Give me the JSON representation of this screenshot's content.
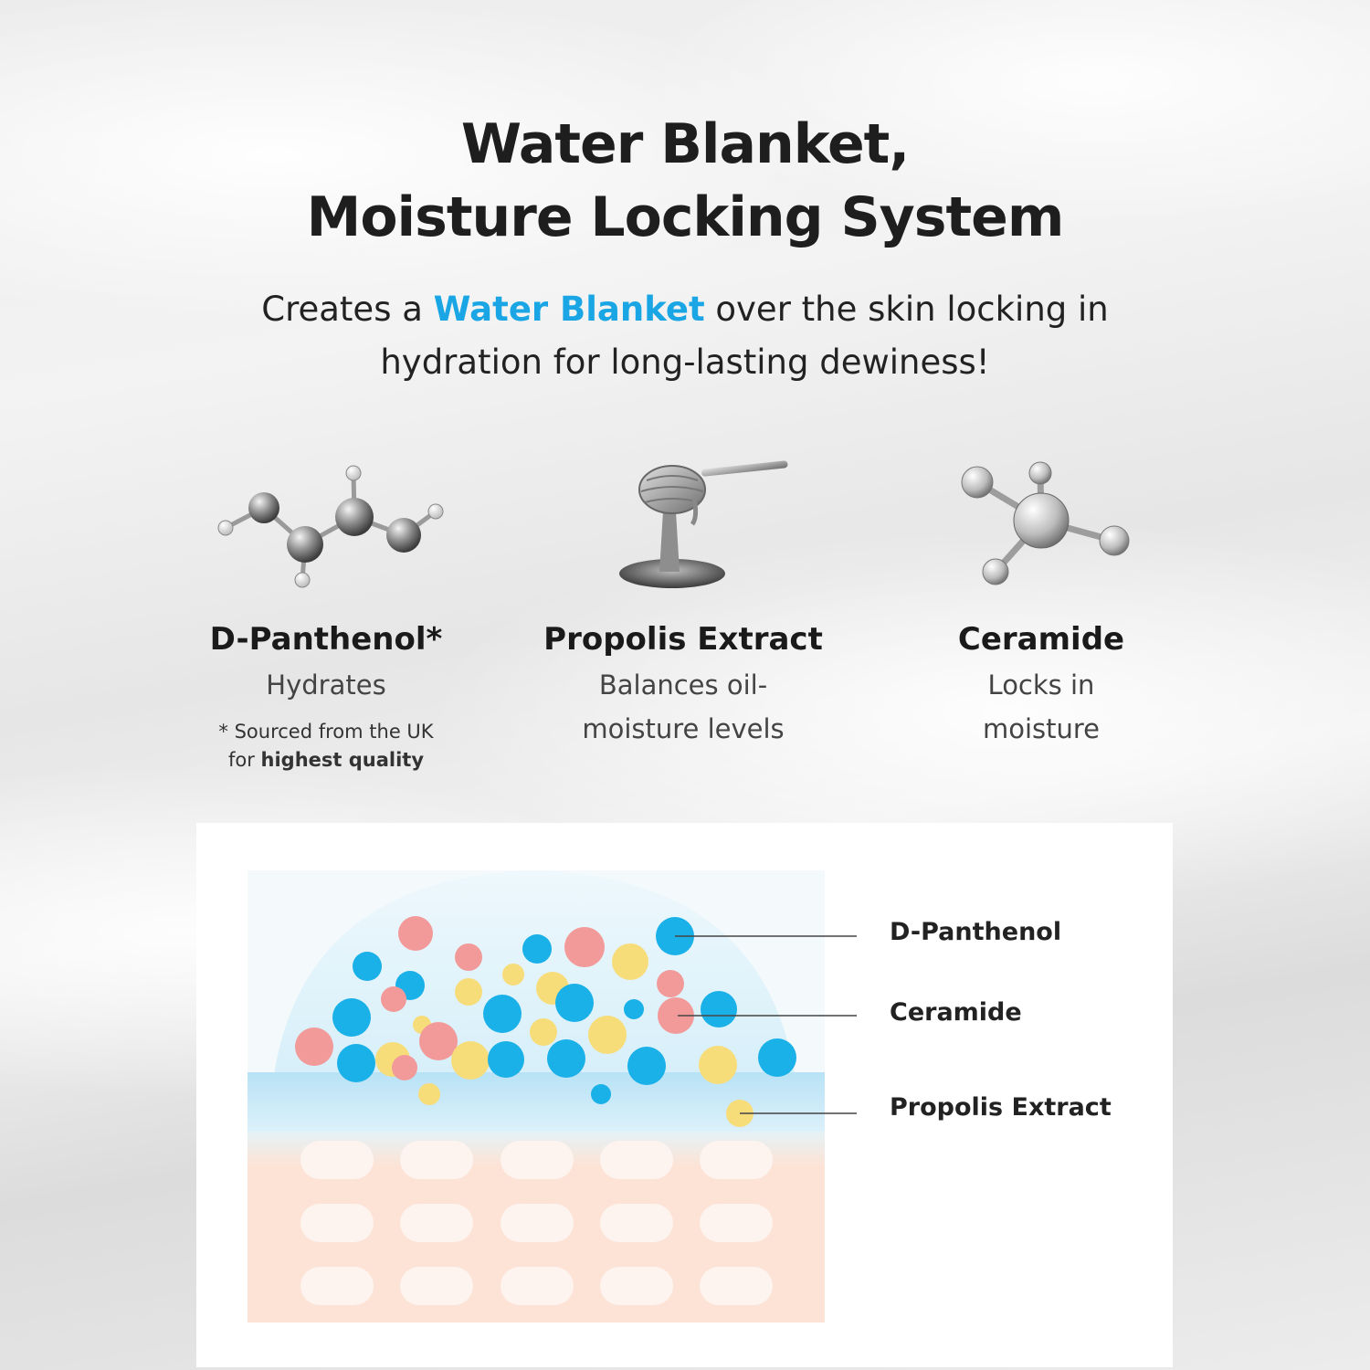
{
  "title": {
    "line1": "Water Blanket,",
    "line2": "Moisture Locking System"
  },
  "subtitle": {
    "prefix": "Creates a ",
    "highlight": "Water Blanket",
    "suffix": " over the skin locking in",
    "line2": "hydration for long-lasting dewiness!"
  },
  "ingredients": [
    {
      "name": "D-Panthenol*",
      "desc_line1": "Hydrates",
      "note_line1": "* Sourced from the UK",
      "note_line2_prefix": "for ",
      "note_line2_bold": "highest quality",
      "icon": "molecule-chain-icon"
    },
    {
      "name": "Propolis Extract",
      "desc_line1": "Balances oil-",
      "desc_line2": "moisture levels",
      "icon": "honey-dipper-icon"
    },
    {
      "name": "Ceramide",
      "desc_line1": "Locks in",
      "desc_line2": "moisture",
      "icon": "molecule-branch-icon"
    }
  ],
  "diagram": {
    "labels": [
      "D-Panthenol",
      "Ceramide",
      "Propolis Extract"
    ],
    "colors": {
      "d_panthenol": "#1ab0e8",
      "ceramide": "#f29a9a",
      "propolis": "#f7dc7a",
      "accent": "#1aa6e4",
      "skin": "#fde3d8"
    }
  }
}
